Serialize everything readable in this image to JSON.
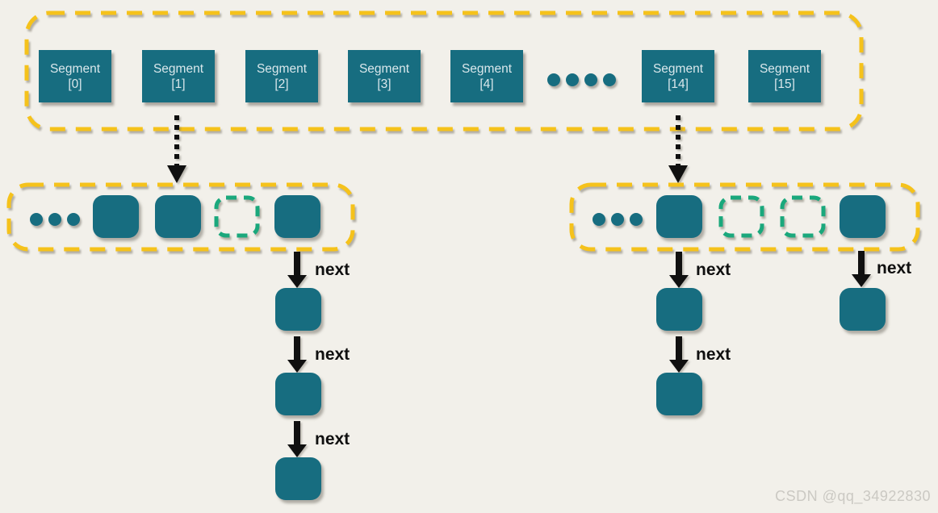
{
  "colors": {
    "background": "#f2f0ea",
    "teal": "#176d80",
    "yellow": "#f5c21b",
    "green": "#1aa87c",
    "arrow": "#101010",
    "segment_text": "#d9e7eb",
    "watermark_text": "#cbc9c3"
  },
  "segment_array": {
    "items": [
      {
        "name": "Segment",
        "index": "[0]"
      },
      {
        "name": "Segment",
        "index": "[1]"
      },
      {
        "name": "Segment",
        "index": "[2]"
      },
      {
        "name": "Segment",
        "index": "[3]"
      },
      {
        "name": "Segment",
        "index": "[4]"
      },
      {
        "name": "Segment",
        "index": "[14]"
      },
      {
        "name": "Segment",
        "index": "[15]"
      }
    ],
    "ellipsis_dot_count": 4
  },
  "buckets": {
    "left": {
      "ellipsis_dot_count": 3,
      "slots": [
        "filled",
        "filled",
        "empty",
        "filled"
      ]
    },
    "right": {
      "ellipsis_dot_count": 3,
      "slots": [
        "filled",
        "empty",
        "empty",
        "filled"
      ]
    }
  },
  "chains": {
    "left_chain_nodes": 3,
    "right_chain1_nodes": 2,
    "right_chain2_nodes": 1
  },
  "labels": {
    "next": "next"
  },
  "watermark": "CSDN @qq_34922830"
}
